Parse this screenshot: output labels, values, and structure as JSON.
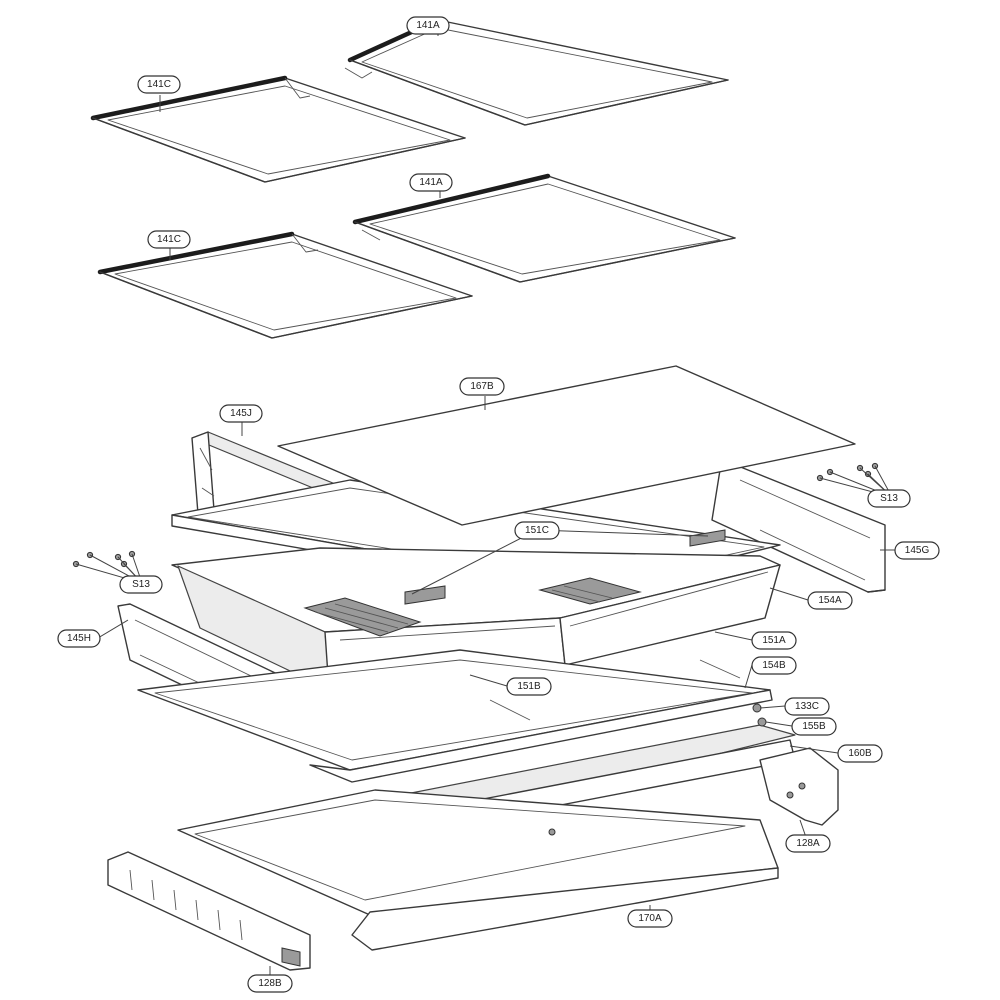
{
  "callouts": [
    {
      "id": "141A-top",
      "label": "141A"
    },
    {
      "id": "141C-top",
      "label": "141C"
    },
    {
      "id": "141A-mid",
      "label": "141A"
    },
    {
      "id": "141C-mid",
      "label": "141C"
    },
    {
      "id": "167B",
      "label": "167B"
    },
    {
      "id": "145J",
      "label": "145J"
    },
    {
      "id": "S13-right",
      "label": "S13"
    },
    {
      "id": "145G",
      "label": "145G"
    },
    {
      "id": "151C",
      "label": "151C"
    },
    {
      "id": "S13-left",
      "label": "S13"
    },
    {
      "id": "154A",
      "label": "154A"
    },
    {
      "id": "145H",
      "label": "145H"
    },
    {
      "id": "151A",
      "label": "151A"
    },
    {
      "id": "154B",
      "label": "154B"
    },
    {
      "id": "151B",
      "label": "151B"
    },
    {
      "id": "133C",
      "label": "133C"
    },
    {
      "id": "155B",
      "label": "155B"
    },
    {
      "id": "160B",
      "label": "160B"
    },
    {
      "id": "128A",
      "label": "128A"
    },
    {
      "id": "170A",
      "label": "170A"
    },
    {
      "id": "128B",
      "label": "128B"
    }
  ]
}
